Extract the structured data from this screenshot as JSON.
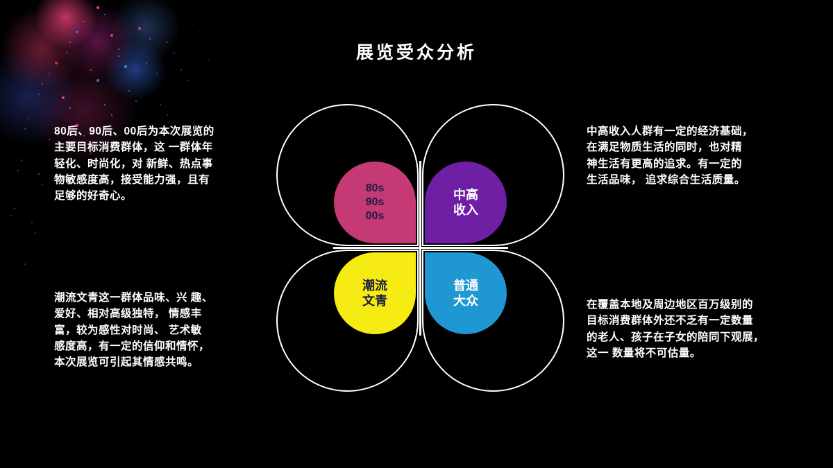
{
  "slide": {
    "title": "展览受众分析",
    "background_color": "#000000",
    "accent_colors": {
      "petal_pink": "#c53a74",
      "petal_purple": "#6e1fa3",
      "petal_yellow": "#f6ec13",
      "petal_blue": "#1f97d2",
      "outline": "#ffffff",
      "dark_label": "#1b1b40"
    },
    "diagram": {
      "petals": [
        {
          "id": "age-groups",
          "label": "80s\n90s\n00s",
          "color": "#c53a74",
          "text_color": "#1b1b40"
        },
        {
          "id": "mid-high-income",
          "label": "中高\n收入",
          "color": "#6e1fa3",
          "text_color": "#ffffff"
        },
        {
          "id": "trendy-youth",
          "label": "潮流\n文青",
          "color": "#f6ec13",
          "text_color": "#1b1b40"
        },
        {
          "id": "general-public",
          "label": "普通\n大众",
          "color": "#1f97d2",
          "text_color": "#ffffff"
        }
      ]
    },
    "blocks": [
      {
        "position": "top-left",
        "text": "80后、90后、00后为本次展览的\n主要目标消费群体，这 一群体年\n轻化、时尚化，对 新鲜、热点事\n物敏感度高，接受能力强，且有\n足够的好奇心。"
      },
      {
        "position": "top-right",
        "text": "中高收入人群有一定的经济基础，\n在满足物质生活的同时，也对精\n神生活有更高的追求。有一定的\n生活品味， 追求综合生活质量。"
      },
      {
        "position": "bottom-left",
        "text": "潮流文青这一群体品味、兴 趣、\n爱好、相对高级独特， 情感丰\n富，较为感性对时尚、 艺术敏\n感度高，有一定的信仰和情怀，\n本次展览可引起其情感共鸣。"
      },
      {
        "position": "bottom-right",
        "text": "在覆盖本地及周边地区百万级别的\n目标消费群体外还不乏有一定数量\n的老人、孩子在子女的陪同下观展，\n这一 数量将不可估量。"
      }
    ]
  }
}
